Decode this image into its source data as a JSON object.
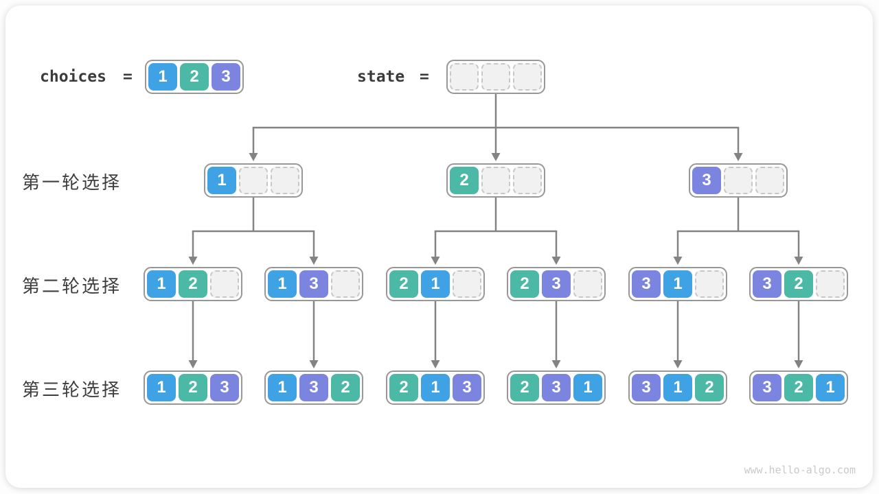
{
  "colors": {
    "cell_1": "#3ea2e5",
    "cell_2": "#4bb9a5",
    "cell_3": "#7b84df",
    "empty_fill": "#f1f1f2",
    "empty_border": "#c7c7c7",
    "container_border": "#979797",
    "line": "#838383",
    "label_text": "#3d3d3d"
  },
  "legend": {
    "choices_label": "choices",
    "state_label": "state",
    "equals_sign": "=",
    "choices_cells": [
      "1",
      "2",
      "3"
    ],
    "state_cells": [
      "",
      "",
      ""
    ]
  },
  "rows": [
    {
      "label": "第一轮选择",
      "nodes": [
        [
          "1",
          "",
          ""
        ],
        [
          "2",
          "",
          ""
        ],
        [
          "3",
          "",
          ""
        ]
      ]
    },
    {
      "label": "第二轮选择",
      "nodes": [
        [
          "1",
          "2",
          ""
        ],
        [
          "1",
          "3",
          ""
        ],
        [
          "2",
          "1",
          ""
        ],
        [
          "2",
          "3",
          ""
        ],
        [
          "3",
          "1",
          ""
        ],
        [
          "3",
          "2",
          ""
        ]
      ]
    },
    {
      "label": "第三轮选择",
      "nodes": [
        [
          "1",
          "2",
          "3"
        ],
        [
          "1",
          "3",
          "2"
        ],
        [
          "2",
          "1",
          "3"
        ],
        [
          "2",
          "3",
          "1"
        ],
        [
          "3",
          "1",
          "2"
        ],
        [
          "3",
          "2",
          "1"
        ]
      ]
    }
  ],
  "watermark": "www.hello-algo.com"
}
